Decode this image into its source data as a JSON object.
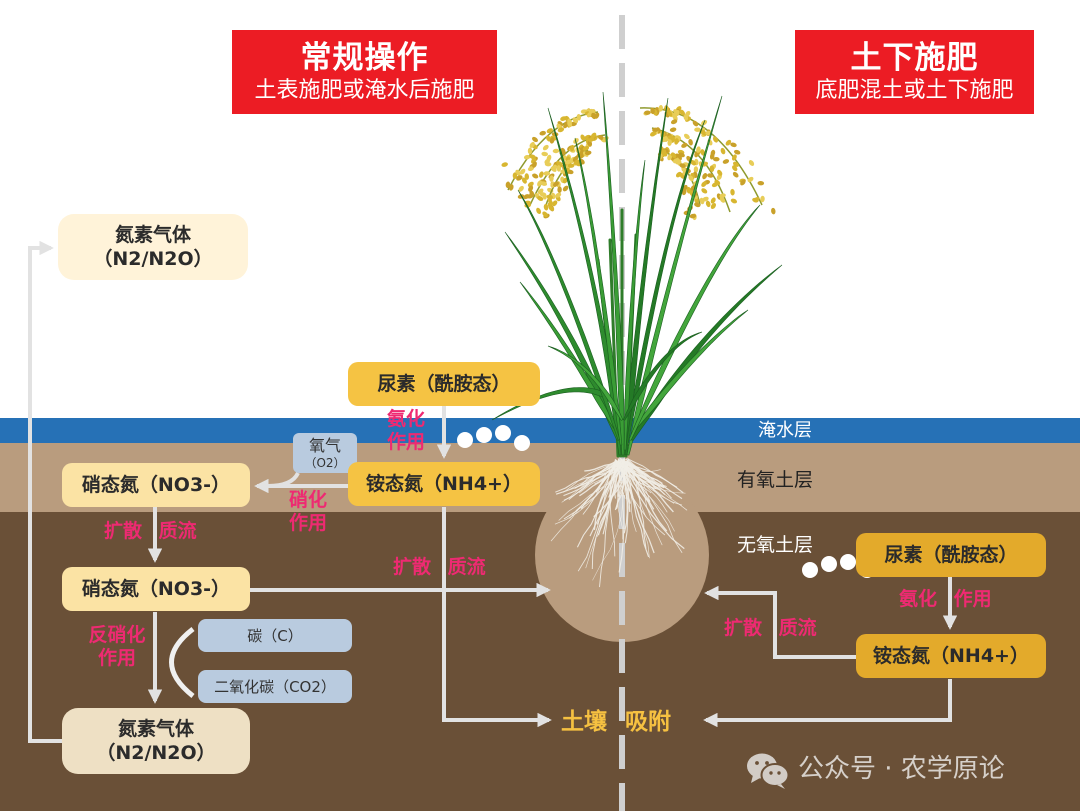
{
  "headers": {
    "conventional": {
      "title": "常规操作",
      "subtitle": "土表施肥或淹水后施肥"
    },
    "subsurface": {
      "title": "土下施肥",
      "subtitle": "底肥混土或土下施肥"
    }
  },
  "layers": {
    "water": "淹水层",
    "aerobic": "有氧土层",
    "anaerobic": "无氧土层"
  },
  "nodes": {
    "gas_top": {
      "name": "氮素气体",
      "formula": "（N2/N2O）"
    },
    "urea_left": "尿素（酰胺态）",
    "ammonium_left": "铵态氮（NH4+）",
    "oxygen": {
      "name": "氧气",
      "formula": "（O2）"
    },
    "nitrate_upper": "硝态氮（NO3-）",
    "nitrate_lower": "硝态氮（NO3-）",
    "carbon": "碳（C）",
    "co2": "二氧化碳（CO2）",
    "gas_bottom": {
      "name": "氮素气体",
      "formula": "（N2/N2O）"
    },
    "urea_right": "尿素（酰胺态）",
    "ammonium_right": "铵态氮（NH4+）",
    "soil_adsorption": "土壤 吸附"
  },
  "processes": {
    "ammonification_left": {
      "line1": "氨化",
      "line2": "作用"
    },
    "nitrification": {
      "line1": "硝化",
      "line2": "作用"
    },
    "diffusion_left": "扩散 质流",
    "diffusion_center": "扩散 质流",
    "denitrification": {
      "line1": "反硝化",
      "line2": "作用"
    },
    "ammonification_right": "氨化 作用",
    "diffusion_right": "扩散 质流"
  },
  "watermark": {
    "icon": "wechat-icon",
    "text": "公众号 · 农学原论"
  },
  "colors": {
    "header_red": "#ec1c24",
    "water": "#2671b6",
    "aerobic_soil": "#b99c7e",
    "anaerobic_soil": "#6a5037",
    "root_zone": "#b99c7e",
    "gas_top": "#fff3d9",
    "gas_bottom": "#eee0c4",
    "yellow_left": "#f5c343",
    "nitrate": "#fbe3a4",
    "yellow_right": "#e3aa2b",
    "chem_box": "#b9cbdf",
    "process_text": "#ee2a72",
    "adsorption_text": "#f6c141",
    "arrow": "#e2e2e2",
    "divider": "#cfcfcf"
  }
}
